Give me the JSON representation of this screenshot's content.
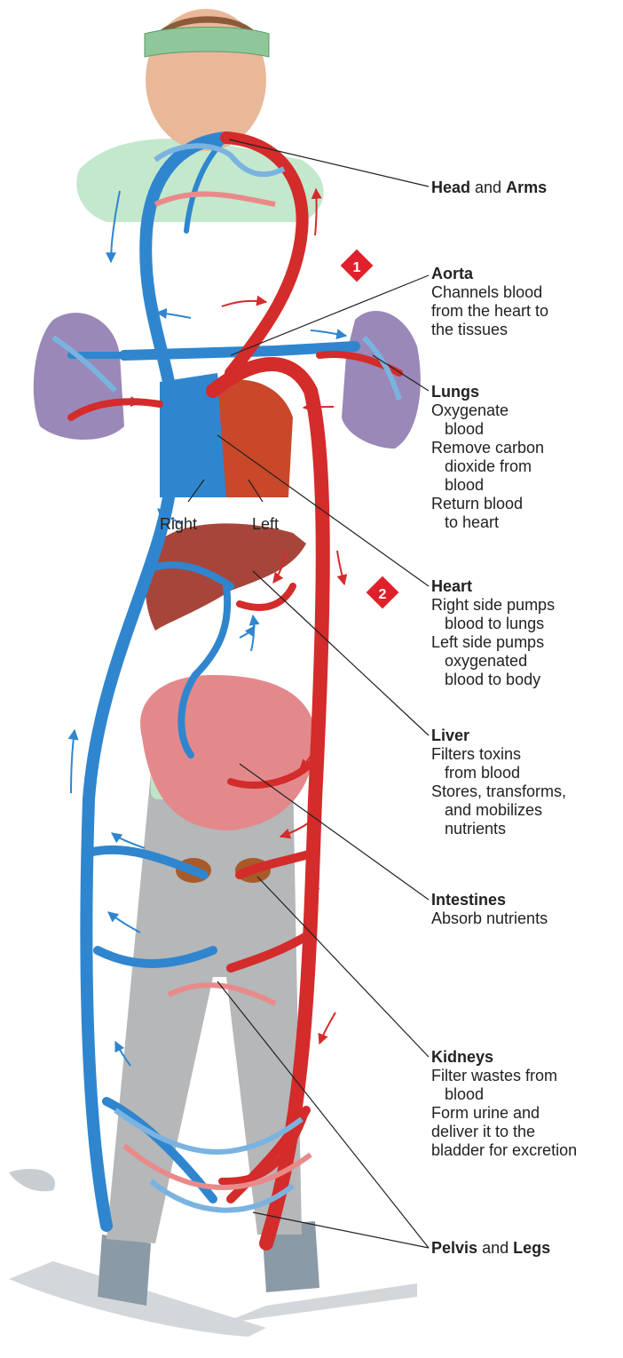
{
  "colors": {
    "artery": "#d42b2b",
    "vein": "#2f86cf",
    "lung": "#9a88b8",
    "liver": "#a8453a",
    "intestine": "#e3898c",
    "kidney": "#a85a2a",
    "shirt": "#bde6c6",
    "pants": "#b5b7b9",
    "badge": "#e0202a"
  },
  "badges": {
    "step1": "1",
    "step2": "2"
  },
  "heart_labels": {
    "right": "Right",
    "left": "Left"
  },
  "labels": {
    "head_arms": {
      "t1": "Head",
      "t2": "and",
      "t3": "Arms"
    },
    "aorta": {
      "title": "Aorta",
      "d1": "Channels blood",
      "d2": "from the heart to",
      "d3": "the tissues"
    },
    "lungs": {
      "title": "Lungs",
      "d1": "Oxygenate",
      "d2": "blood",
      "d3": "Remove carbon",
      "d4": "dioxide from",
      "d5": "blood",
      "d6": "Return blood",
      "d7": "to heart"
    },
    "heart": {
      "title": "Heart",
      "d1": "Right side pumps",
      "d2": "blood to lungs",
      "d3": "Left side pumps",
      "d4": "oxygenated",
      "d5": "blood to body"
    },
    "liver": {
      "title": "Liver",
      "d1": "Filters toxins",
      "d2": "from blood",
      "d3": "Stores, transforms,",
      "d4": "and mobilizes",
      "d5": "nutrients"
    },
    "intestines": {
      "title": "Intestines",
      "d1": "Absorb nutrients"
    },
    "kidneys": {
      "title": "Kidneys",
      "d1": "Filter wastes from",
      "d2": "blood",
      "d3": "Form urine and",
      "d4": "deliver it to the",
      "d5": "bladder for excretion"
    },
    "pelvis_legs": {
      "t1": "Pelvis",
      "t2": "and",
      "t3": "Legs"
    }
  }
}
